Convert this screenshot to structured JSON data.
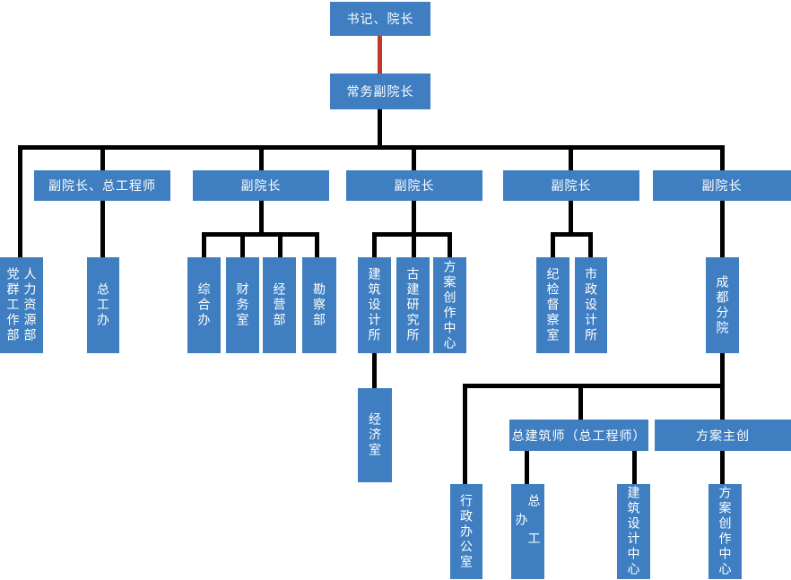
{
  "diagram": {
    "type": "org-chart",
    "colors": {
      "node_fill": "#3E7EC1",
      "node_text": "#FFFFFF",
      "connector": "#000000",
      "top_connector": "#C0392B"
    }
  },
  "nodes": {
    "secretary_dean": "书记、院长",
    "executive_vice_dean": "常务副院长",
    "vice_dean_chief_engineer": "副院长、总工程师",
    "vice_dean_1": "副院长",
    "vice_dean_2": "副院长",
    "vice_dean_3": "副院长",
    "vice_dean_4": "副院长",
    "party_mass_work_dept": "党群工作部",
    "hr_dept": "人力资源部",
    "chief_engineer_office": "总工办",
    "general_office": "综合办",
    "finance_office": "财务室",
    "operations_dept": "经营部",
    "survey_dept": "勘察部",
    "architectural_design_institute": "建筑设计所",
    "ancient_architecture_institute": "古建研究所",
    "scheme_creation_center": "方案创作中心",
    "economics_office": "经济室",
    "discipline_inspection_office": "纪检督察室",
    "municipal_design_institute": "市政设计所",
    "chengdu_branch": "成都分院",
    "chief_architect": "总建筑师（总工程师）",
    "scheme_lead": "方案主创",
    "admin_office": "行政办公室",
    "branch_chief_engineer_office": "总工办",
    "architectural_design_center": "建筑设计中心",
    "branch_scheme_creation_center": "方案创作中心"
  },
  "edges": [
    {
      "from": "secretary_dean",
      "to": "executive_vice_dean"
    },
    {
      "from": "executive_vice_dean",
      "to": "party_mass_work_dept_hr_dept"
    },
    {
      "from": "executive_vice_dean",
      "to": "vice_dean_chief_engineer"
    },
    {
      "from": "executive_vice_dean",
      "to": "vice_dean_1"
    },
    {
      "from": "executive_vice_dean",
      "to": "vice_dean_2"
    },
    {
      "from": "executive_vice_dean",
      "to": "vice_dean_3"
    },
    {
      "from": "executive_vice_dean",
      "to": "vice_dean_4"
    },
    {
      "from": "vice_dean_chief_engineer",
      "to": "chief_engineer_office"
    },
    {
      "from": "vice_dean_1",
      "to": "general_office"
    },
    {
      "from": "vice_dean_1",
      "to": "finance_office"
    },
    {
      "from": "vice_dean_1",
      "to": "operations_dept"
    },
    {
      "from": "vice_dean_1",
      "to": "survey_dept"
    },
    {
      "from": "vice_dean_2",
      "to": "architectural_design_institute"
    },
    {
      "from": "vice_dean_2",
      "to": "ancient_architecture_institute"
    },
    {
      "from": "vice_dean_2",
      "to": "scheme_creation_center"
    },
    {
      "from": "architectural_design_institute",
      "to": "economics_office"
    },
    {
      "from": "vice_dean_3",
      "to": "discipline_inspection_office"
    },
    {
      "from": "vice_dean_3",
      "to": "municipal_design_institute"
    },
    {
      "from": "vice_dean_4",
      "to": "chengdu_branch"
    },
    {
      "from": "chengdu_branch",
      "to": "admin_office"
    },
    {
      "from": "chengdu_branch",
      "to": "chief_architect"
    },
    {
      "from": "chengdu_branch",
      "to": "scheme_lead"
    },
    {
      "from": "chief_architect",
      "to": "branch_chief_engineer_office"
    },
    {
      "from": "chief_architect",
      "to": "architectural_design_center"
    },
    {
      "from": "scheme_lead",
      "to": "branch_scheme_creation_center"
    }
  ]
}
